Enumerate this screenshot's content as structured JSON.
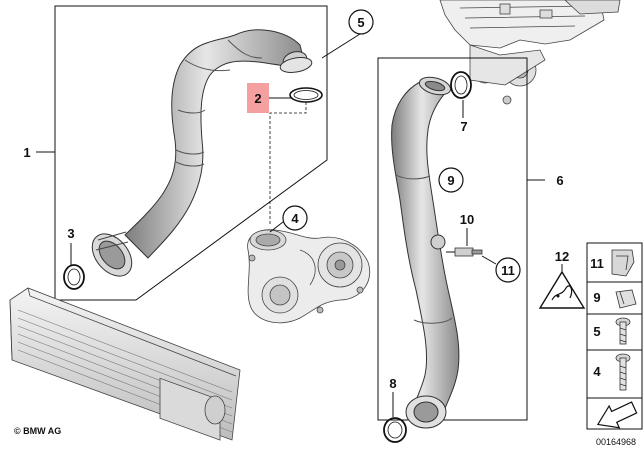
{
  "copyright": "© BMW AG",
  "diagram_number": "00164968",
  "part_labels": {
    "p1": "1",
    "p2": "2",
    "p3": "3",
    "p4": "4",
    "p5": "5",
    "p6": "6",
    "p7": "7",
    "p8": "8",
    "p9": "9",
    "p10": "10",
    "p11": "11",
    "p12": "12"
  },
  "sidebar_labels": {
    "s11": "11",
    "s9": "9",
    "s5": "5",
    "s4": "4"
  },
  "colors": {
    "highlight": "#f4a0a0",
    "line": "#111111",
    "part_fill": "#f2f2f2",
    "part_shade": "#bcbcbc"
  }
}
